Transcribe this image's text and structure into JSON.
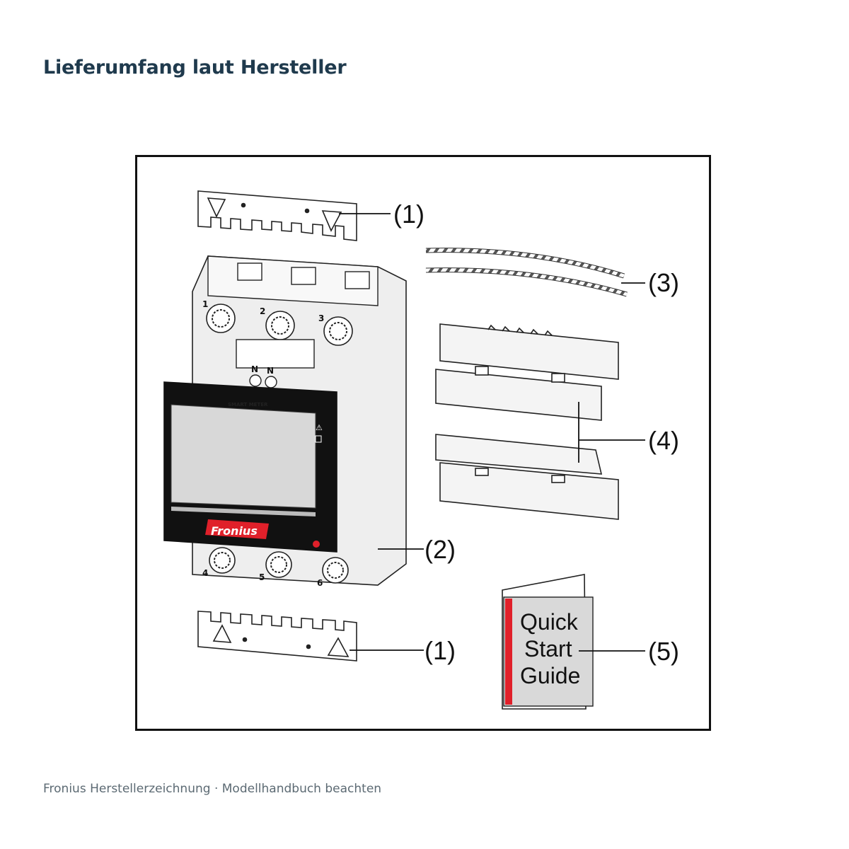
{
  "page": {
    "title": "Lieferumfang laut Hersteller",
    "caption": "Fronius Herstellerzeichnung · Modellhandbuch beachten"
  },
  "callouts": {
    "c1_top": "(1)",
    "c2": "(2)",
    "c3": "(3)",
    "c4": "(4)",
    "c1_bottom": "(1)",
    "c5": "(5)"
  },
  "meter": {
    "panel_label": "SMART METER",
    "brand": "Fronius",
    "terminals_top": [
      "1",
      "2",
      "3"
    ],
    "terminals_bottom": [
      "4",
      "5",
      "6"
    ],
    "neutral": [
      "N",
      "N"
    ]
  },
  "guide": {
    "line1": "Quick",
    "line2": "Start",
    "line3": "Guide"
  },
  "colors": {
    "accent_red": "#e0202a",
    "title": "#1f3a4d"
  }
}
